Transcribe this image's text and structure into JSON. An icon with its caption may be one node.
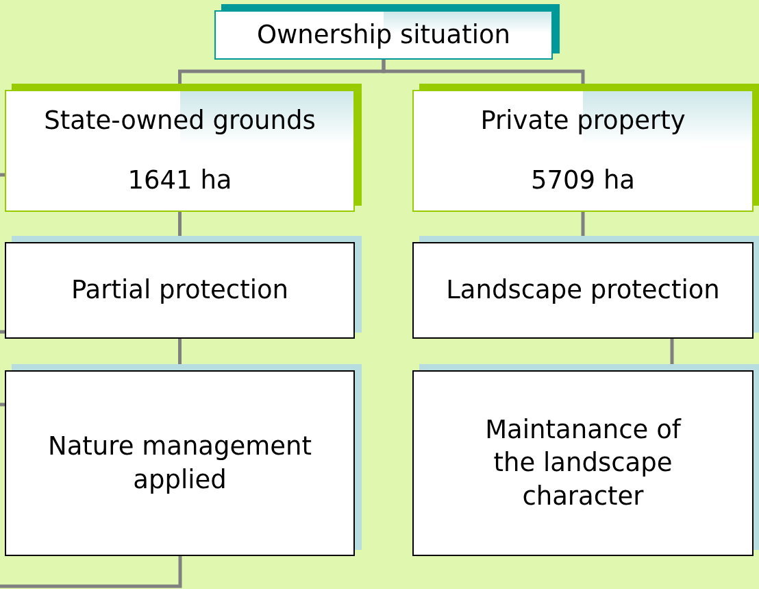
{
  "diagram": {
    "nodes": [
      {
        "text": [
          "Ownership situation"
        ]
      },
      {
        "text": [
          "State-owned grounds",
          "1641 ha"
        ]
      },
      {
        "text": [
          "Private property",
          "5709 ha"
        ]
      },
      {
        "text": [
          "Partial protection"
        ]
      },
      {
        "text": [
          "Landscape protection"
        ]
      },
      {
        "text": [
          "Nature management applied"
        ]
      },
      {
        "text": [
          "Maintanance of the landscape character"
        ]
      }
    ],
    "edges": [
      {
        "from": 0,
        "to": 1,
        "arrow": "none"
      },
      {
        "from": 0,
        "to": 2,
        "arrow": "none"
      },
      {
        "from": 1,
        "to": 3,
        "arrow": "none"
      },
      {
        "from": 3,
        "to": 5,
        "arrow": "none"
      },
      {
        "from": 2,
        "to": 4,
        "arrow": "none"
      },
      {
        "from": 4,
        "to": 6,
        "arrow": "none"
      },
      {
        "from": 1,
        "to": null,
        "arrow": "none"
      },
      {
        "from": 3,
        "to": null,
        "arrow": "none"
      },
      {
        "from": 5,
        "to": null,
        "arrow": "none"
      },
      {
        "from": 5,
        "to": null,
        "arrow": "none"
      }
    ]
  }
}
